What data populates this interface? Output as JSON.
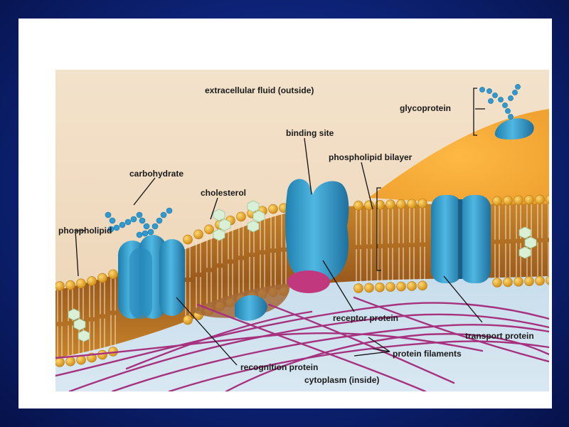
{
  "labels": {
    "extracellular": "extracellular fluid (outside)",
    "glycoprotein": "glycoprotein",
    "binding_site": "binding site",
    "phospholipid_bilayer": "phospholipid bilayer",
    "carbohydrate": "carbohydrate",
    "cholesterol": "cholesterol",
    "phospholipid": "phospholipid",
    "receptor_protein": "receptor protein",
    "transport_protein": "transport protein",
    "protein_filaments": "protein filaments",
    "recognition_protein": "recognition protein",
    "cytoplasm": "cytoplasm (inside)"
  },
  "colors": {
    "slide_background": "#0d2377",
    "extracellular": "#f1dcc1",
    "cytoplasm": "#cfe2ee",
    "lipid_head": "#e9a81f",
    "lipid_core": "#b8721f",
    "protein": "#2f9ac9",
    "filament": "#a6317f",
    "cholesterol": "#d9efd6"
  }
}
